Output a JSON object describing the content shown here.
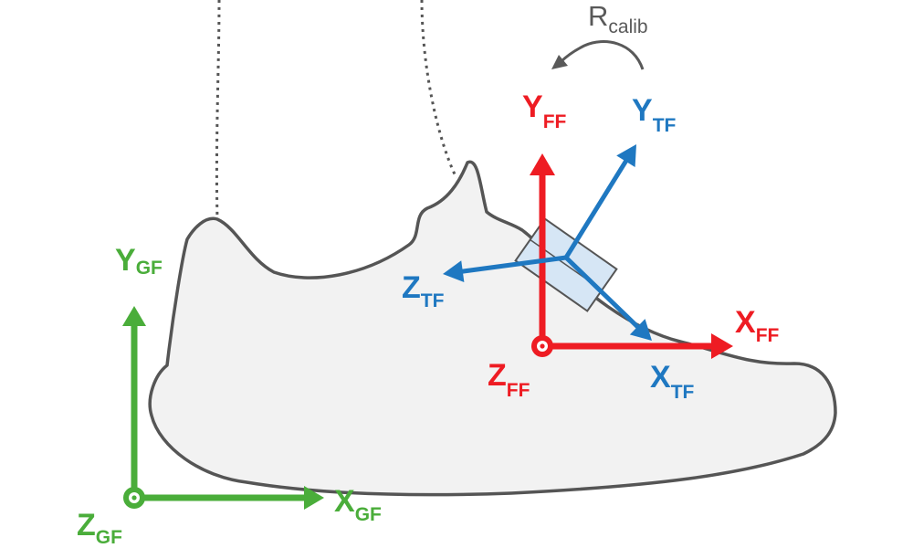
{
  "colors": {
    "global_frame": "#4aad3a",
    "foot_frame": "#ee1c23",
    "tracker_frame": "#1f78c1",
    "shoe_fill": "#f2f2f2",
    "shoe_outline": "#555555",
    "sensor_fill": "#d6e6f5",
    "sensor_outline": "#555555",
    "rotation_arrow": "#595959"
  },
  "labels": {
    "global": {
      "y": {
        "main": "Y",
        "sub": "GF"
      },
      "x": {
        "main": "X",
        "sub": "GF"
      },
      "z": {
        "main": "Z",
        "sub": "GF"
      }
    },
    "foot": {
      "y": {
        "main": "Y",
        "sub": "FF"
      },
      "x": {
        "main": "X",
        "sub": "FF"
      },
      "z": {
        "main": "Z",
        "sub": "FF"
      }
    },
    "tracker": {
      "y": {
        "main": "Y",
        "sub": "TF"
      },
      "x": {
        "main": "X",
        "sub": "TF"
      },
      "z": {
        "main": "Z",
        "sub": "TF"
      }
    },
    "rotation": {
      "main": "R",
      "sub": "calib"
    }
  }
}
